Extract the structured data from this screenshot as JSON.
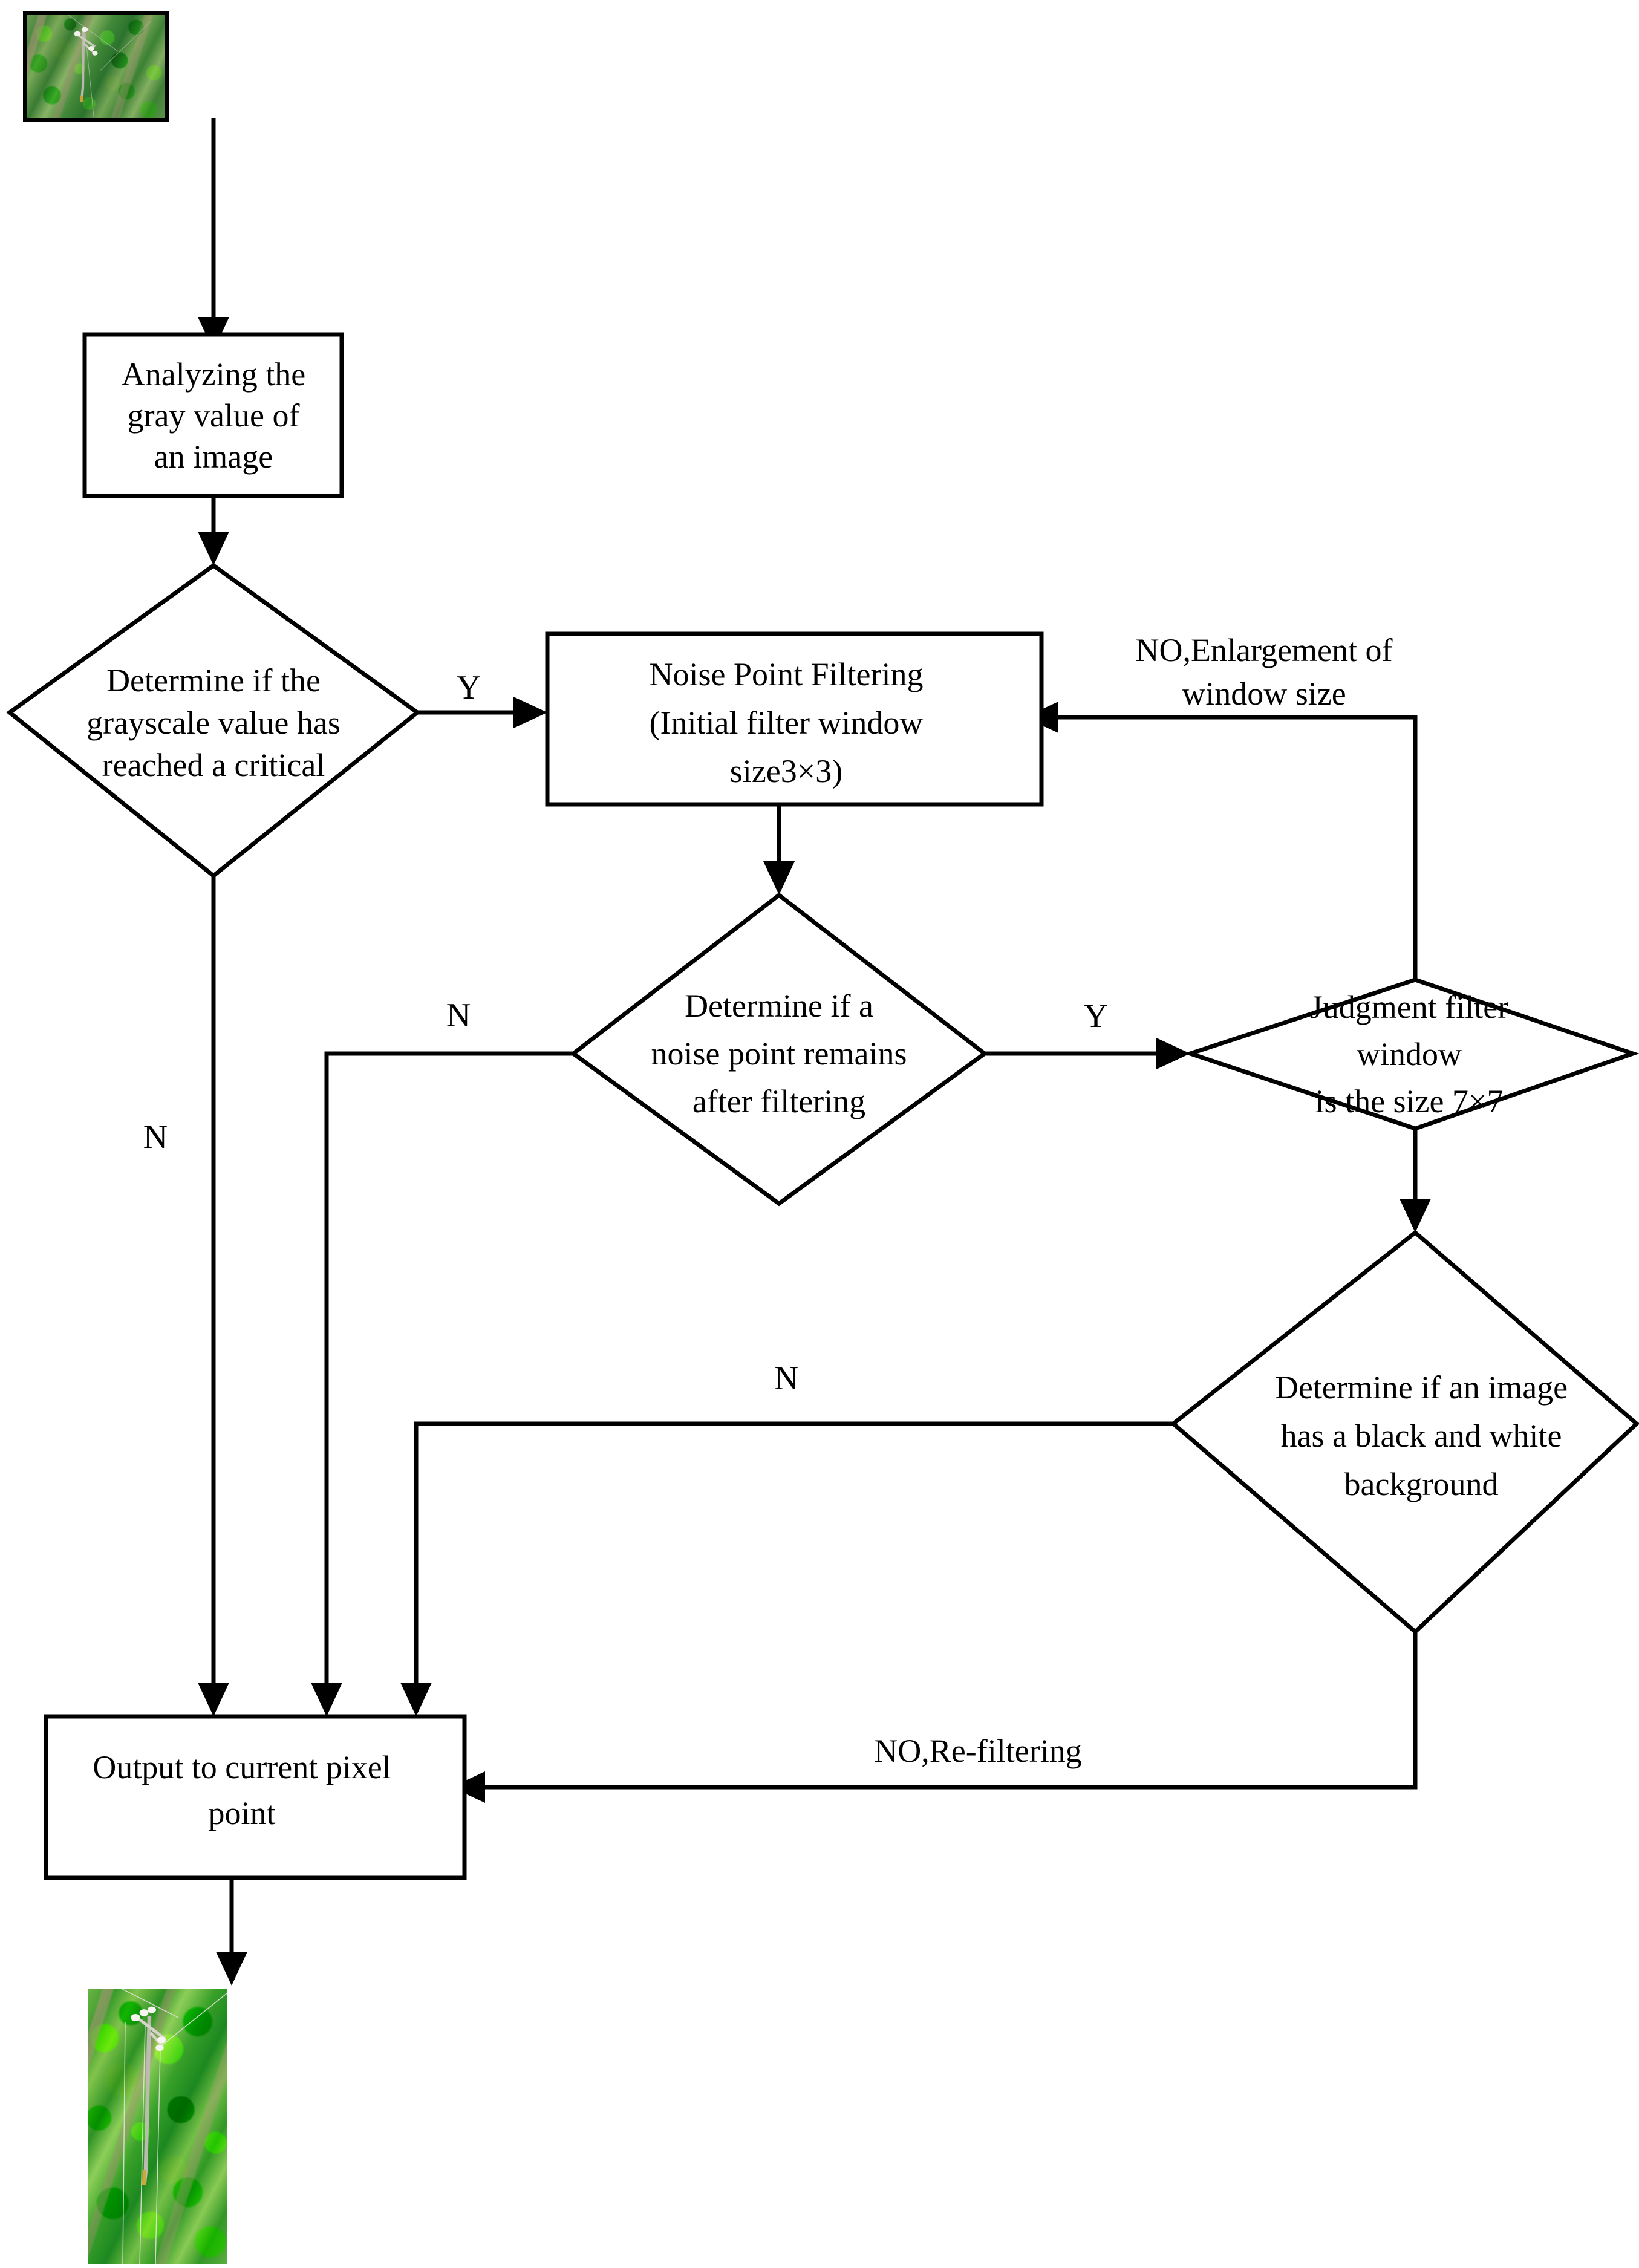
{
  "figure": {
    "type": "flowchart",
    "title": "Noise point filtering flowchart"
  },
  "nodes": {
    "input_image": {
      "shape": "image",
      "name": "input-aerial-photo",
      "caption": "aerial photo of a utility pole on a green vegetated hillside (input image)"
    },
    "analyze": {
      "shape": "process",
      "lines": [
        "Analyzing the",
        "gray value of",
        "an image"
      ]
    },
    "threshold": {
      "shape": "decision",
      "lines": [
        "Determine if the",
        "grayscale value has",
        "reached a critical"
      ]
    },
    "filter": {
      "shape": "process",
      "lines": [
        "Noise Point Filtering",
        "(Initial filter window",
        "size3×3)"
      ]
    },
    "noise_remains": {
      "shape": "decision",
      "lines": [
        "Determine if a",
        "noise point remains",
        "after filtering"
      ]
    },
    "window_77": {
      "shape": "decision",
      "lines": [
        "Judgment filter",
        "window",
        "is the size 7×7"
      ]
    },
    "bw_background": {
      "shape": "decision",
      "lines": [
        "Determine if an image",
        "has a black and white",
        "background"
      ]
    },
    "output": {
      "shape": "process",
      "lines": [
        "Output to current pixel",
        "point"
      ]
    },
    "output_image": {
      "shape": "image",
      "name": "output-aerial-photo",
      "caption": "denoised aerial photo of the utility pole and power lines (output image)"
    }
  },
  "edge_labels": {
    "threshold_yes": "Y",
    "threshold_no": "N",
    "noise_remains_no": "N",
    "noise_remains_yes": "Y",
    "enlarge_window": "NO,Enlargement of\nwindow size",
    "enlarge_window_l1": "NO,Enlargement of",
    "enlarge_window_l2": "window size",
    "bw_no": "N",
    "refilter": "NO,Re-filtering"
  },
  "colors": {
    "stroke": "#000000",
    "shape_fill": "#ffffff",
    "page_background": "#ffffff",
    "photo_green": "#4f8f3f"
  }
}
